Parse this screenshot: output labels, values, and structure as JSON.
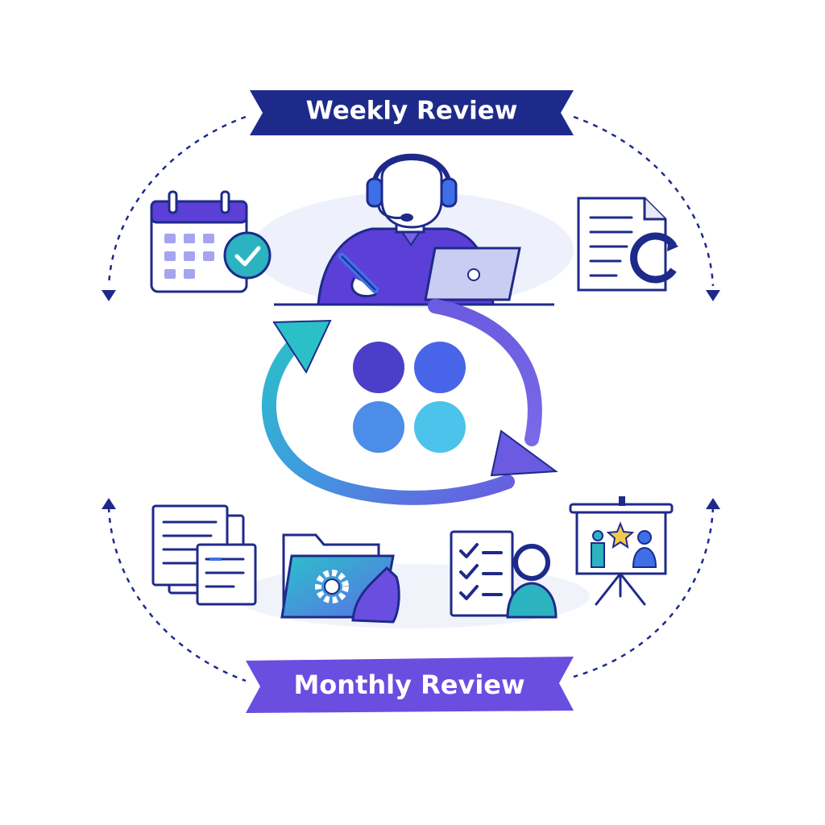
{
  "banners": {
    "top": {
      "label": "Weekly Review",
      "color": "#1e2a8a",
      "text_color": "#ffffff"
    },
    "bottom": {
      "label": "Monthly Review",
      "color": "#6a4ee0",
      "text_color": "#ffffff"
    }
  },
  "colors": {
    "outline": "#1e2a8a",
    "purple": "#5b3fd6",
    "blue": "#3f6fe8",
    "light_blue": "#6aa6ee",
    "cyan": "#4cc3ea",
    "teal": "#2bb3c0",
    "soft_bg": "#eef1fb"
  },
  "icons": {
    "center": "person-with-headset-at-laptop",
    "cycle": "circular-refresh-arrows",
    "grid": "four-dot-grid",
    "top_left": "calendar-check",
    "top_right": "document-refresh",
    "bottom_1": "stacked-documents",
    "bottom_2": "folder-settings",
    "bottom_3": "checklist-person",
    "bottom_4": "presentation-board"
  }
}
